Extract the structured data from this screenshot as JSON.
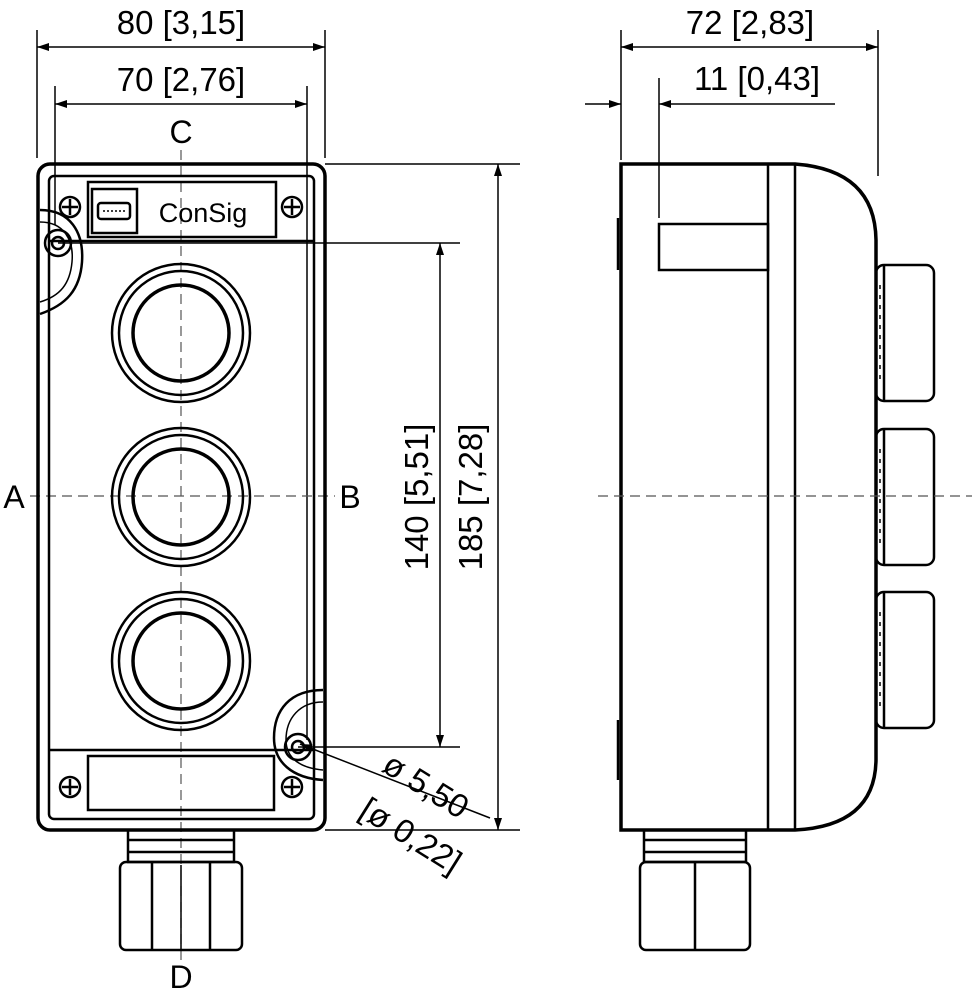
{
  "dimensions": {
    "overall_width": "80 [3,15]",
    "mounting_width": "70 [2,76]",
    "mounting_height": "140 [5,51]",
    "overall_height": "185 [7,28]",
    "depth": "72 [2,83]",
    "lid_depth": "11 [0,43]",
    "hole_diameter": "ø 5,50",
    "hole_diameter_inch": "[ø 0,22]"
  },
  "axis_labels": {
    "top": "C",
    "left": "A",
    "right": "B",
    "bottom": "D"
  },
  "brand_label": "ConSig"
}
